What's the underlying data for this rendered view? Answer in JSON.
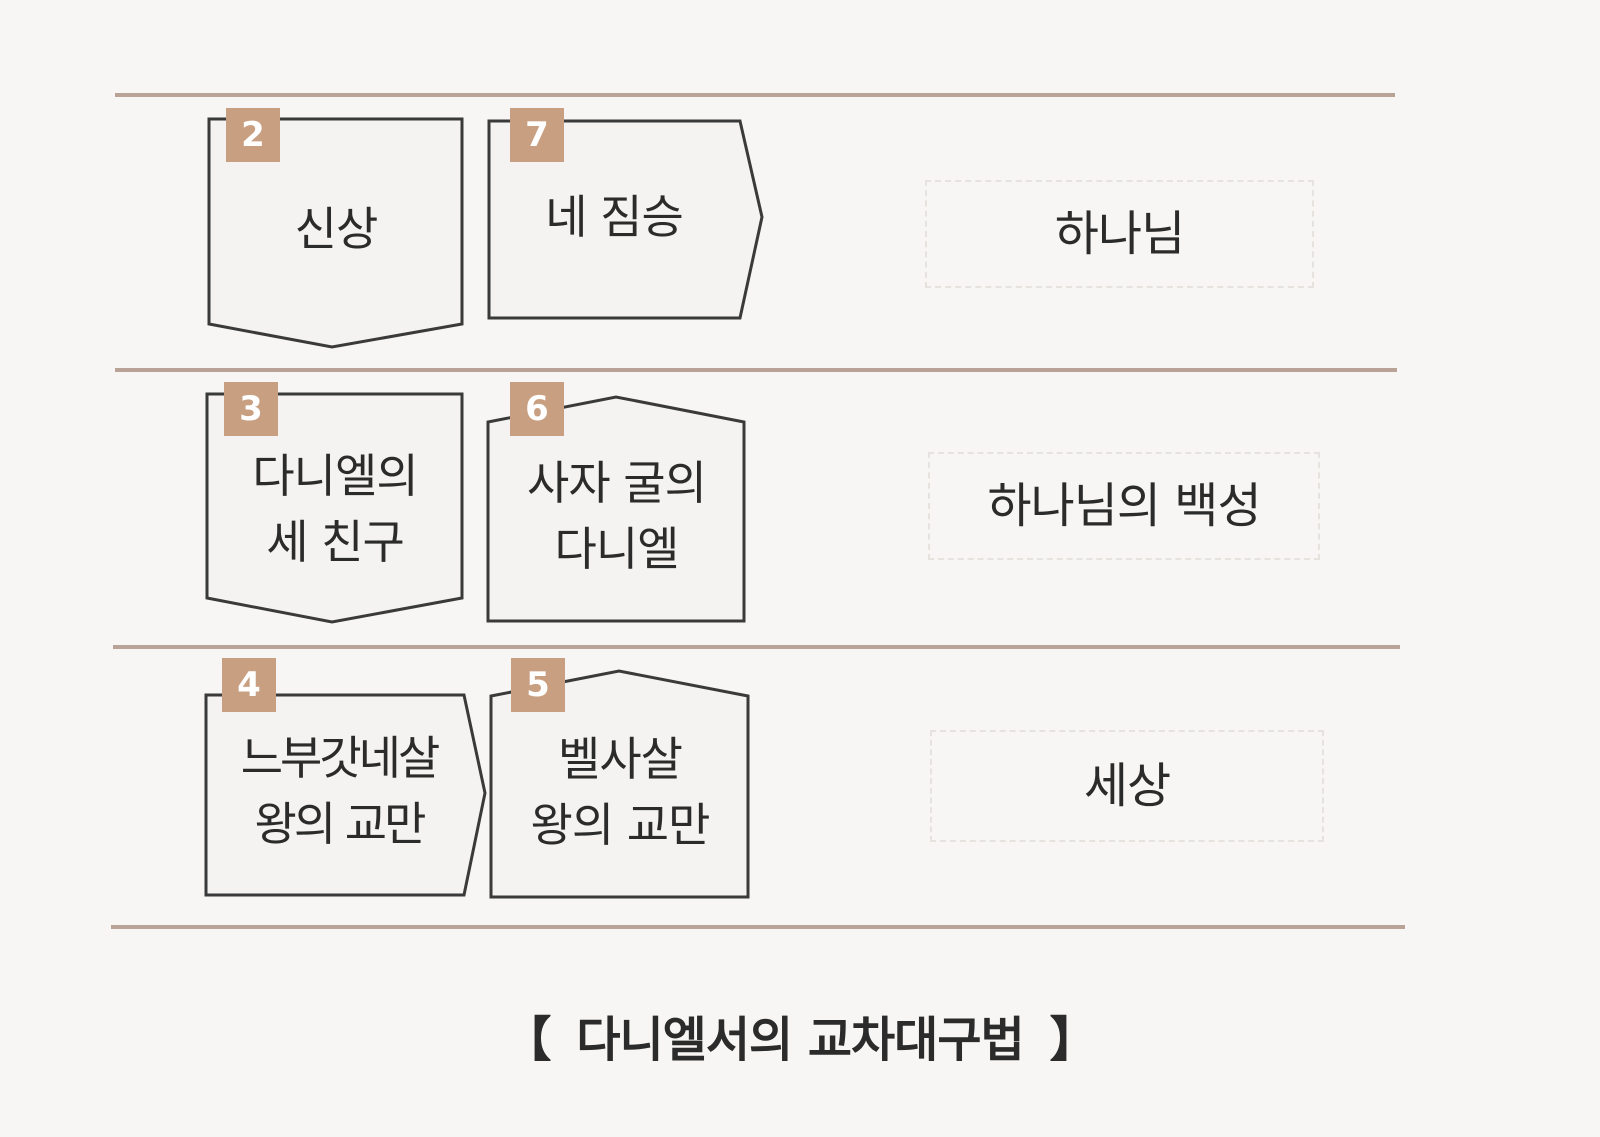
{
  "rows": [
    {
      "theme": "하나님",
      "left": {
        "number": "2",
        "text": "신상"
      },
      "right": {
        "number": "7",
        "text": "네 짐승"
      }
    },
    {
      "theme": "하나님의 백성",
      "left": {
        "number": "3",
        "text": "다니엘의\n세 친구"
      },
      "right": {
        "number": "6",
        "text": "사자 굴의\n다니엘"
      }
    },
    {
      "theme": "세상",
      "left": {
        "number": "4",
        "text": "느부갓네살\n왕의 교만"
      },
      "right": {
        "number": "5",
        "text": "벨사살\n왕의 교만"
      }
    }
  ],
  "caption": {
    "open": "【",
    "text": "다니엘서의 교차대구법",
    "close": "】"
  },
  "colors": {
    "divider": "#b8a396",
    "badge": "#c99f82",
    "card_stroke": "#3a3a3a",
    "card_fill": "#f4f3f1"
  }
}
